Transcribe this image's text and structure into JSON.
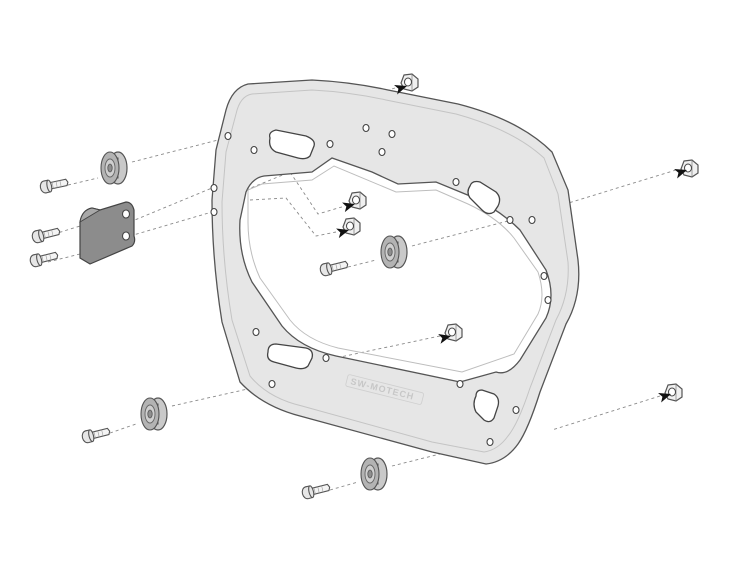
{
  "diagram": {
    "parts": {
      "frame": "side-carrier-frame",
      "bracket": "adapter-bracket",
      "bolts": 6,
      "spacers": 4,
      "nuts": 6
    },
    "frame_logo": "SW-MOTECH",
    "colors": {
      "frame_fill": "#e6e6e6",
      "frame_stroke": "#555555",
      "bracket_fill": "#8c8c8c",
      "spacer_fill": "#b9b9b9",
      "leader_line": "#8a8a8a",
      "arrow": "#111111"
    }
  }
}
